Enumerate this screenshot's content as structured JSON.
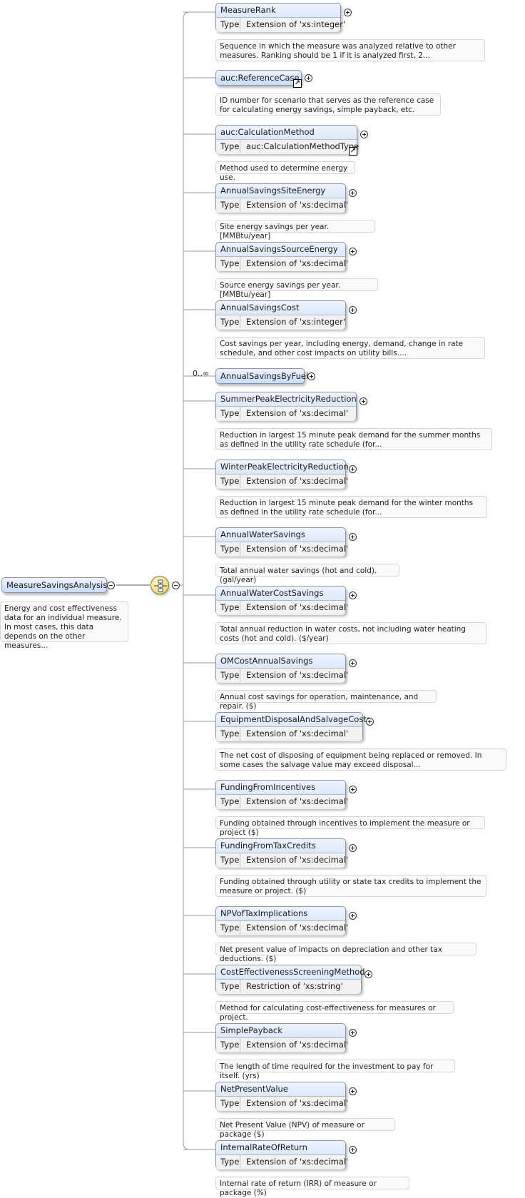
{
  "root": {
    "name": "MeasureSavingsAnalysis",
    "description": "Energy and cost effectiveness data for an individual measure. In most cases, this data depends on the other measures..."
  },
  "labels": {
    "type": "Type"
  },
  "cardinality": "0..∞",
  "icons": {
    "sequence": "sequence-compositor-icon",
    "expand": "expand-plus-icon",
    "collapse": "collapse-minus-icon",
    "reference": "reference-arrow-icon"
  },
  "elements": [
    {
      "name": "MeasureRank",
      "type": "Extension of 'xs:integer'",
      "description": "Sequence in which the measure was analyzed relative to other measures. Ranking should be 1 if it is analyzed first, 2..."
    },
    {
      "name": "auc:ReferenceCase",
      "type": "",
      "description": "ID number for scenario that serves as the reference case for calculating energy savings, simple payback, etc."
    },
    {
      "name": "auc:CalculationMethod",
      "type": "auc:CalculationMethodType",
      "description": "Method used to determine energy use."
    },
    {
      "name": "AnnualSavingsSiteEnergy",
      "type": "Extension of 'xs:decimal'",
      "description": "Site energy savings per year. [MMBtu/year]"
    },
    {
      "name": "AnnualSavingsSourceEnergy",
      "type": "Extension of 'xs:decimal'",
      "description": "Source energy savings per year. [MMBtu/year]"
    },
    {
      "name": "AnnualSavingsCost",
      "type": "Extension of 'xs:integer'",
      "description": "Cost savings per year, including energy, demand, change in rate schedule, and other cost impacts on utility bills...."
    },
    {
      "name": "AnnualSavingsByFuel",
      "type": "",
      "description": ""
    },
    {
      "name": "SummerPeakElectricityReduction",
      "type": "Extension of 'xs:decimal'",
      "description": "Reduction in largest 15 minute peak demand for the summer months as defined in the utility rate schedule (for..."
    },
    {
      "name": "WinterPeakElectricityReduction",
      "type": "Extension of 'xs:decimal'",
      "description": "Reduction in largest 15 minute peak demand for the winter months as defined in the utility rate schedule (for..."
    },
    {
      "name": "AnnualWaterSavings",
      "type": "Extension of 'xs:decimal'",
      "description": "Total annual water savings (hot and cold). (gal/year)"
    },
    {
      "name": "AnnualWaterCostSavings",
      "type": "Extension of 'xs:decimal'",
      "description": "Total annual reduction in water costs, not including water heating costs (hot and cold). ($/year)"
    },
    {
      "name": "OMCostAnnualSavings",
      "type": "Extension of 'xs:decimal'",
      "description": "Annual cost savings for operation, maintenance, and repair. ($)"
    },
    {
      "name": "EquipmentDisposalAndSalvageCosts",
      "type": "Extension of 'xs:decimal'",
      "description": "The net cost of disposing of equipment being replaced or removed. In some cases the salvage value may exceed disposal..."
    },
    {
      "name": "FundingFromIncentives",
      "type": "Extension of 'xs:decimal'",
      "description": "Funding obtained through incentives to implement the measure or project ($)"
    },
    {
      "name": "FundingFromTaxCredits",
      "type": "Extension of 'xs:decimal'",
      "description": "Funding obtained through utility or state tax credits to implement the measure or project. ($)"
    },
    {
      "name": "NPVofTaxImplications",
      "type": "Extension of 'xs:decimal'",
      "description": "Net present value of impacts on depreciation and other tax deductions. ($)"
    },
    {
      "name": "CostEffectivenessScreeningMethod",
      "type": "Restriction of 'xs:string'",
      "description": "Method for calculating cost-effectiveness for measures or project."
    },
    {
      "name": "SimplePayback",
      "type": "Extension of 'xs:decimal'",
      "description": "The length of time required for the investment to pay for itself. (yrs)"
    },
    {
      "name": "NetPresentValue",
      "type": "Extension of 'xs:decimal'",
      "description": "Net Present Value (NPV) of measure or package ($)"
    },
    {
      "name": "InternalRateOfReturn",
      "type": "Extension of 'xs:decimal'",
      "description": "Internal rate of return (IRR) of measure or package (%)"
    }
  ]
}
